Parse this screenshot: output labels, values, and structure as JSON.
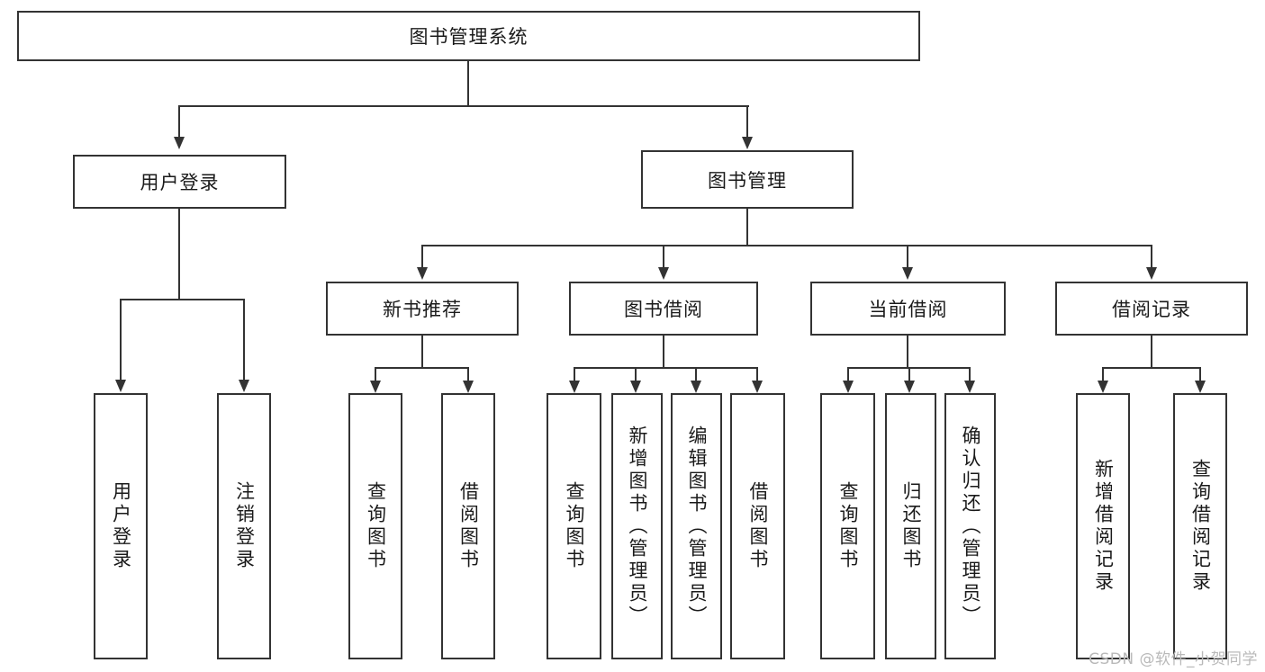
{
  "diagram": {
    "title": "图书管理系统",
    "root": {
      "label": "图书管理系统"
    },
    "level2": [
      {
        "label": "用户登录"
      },
      {
        "label": "图书管理"
      }
    ],
    "level3": [
      {
        "label": "新书推荐"
      },
      {
        "label": "图书借阅"
      },
      {
        "label": "当前借阅"
      },
      {
        "label": "借阅记录"
      }
    ],
    "leaves": {
      "user_login": [
        {
          "label": "用户登录"
        },
        {
          "label": "注销登录"
        }
      ],
      "new_book": [
        {
          "label": "查询图书"
        },
        {
          "label": "借阅图书"
        }
      ],
      "book_borrow": [
        {
          "label": "查询图书"
        },
        {
          "label": "新增图书（管理员）"
        },
        {
          "label": "编辑图书（管理员）"
        },
        {
          "label": "借阅图书"
        }
      ],
      "current_borrow": [
        {
          "label": "查询图书"
        },
        {
          "label": "归还图书"
        },
        {
          "label": "确认归还（管理员）"
        }
      ],
      "borrow_record": [
        {
          "label": "新增借阅记录"
        },
        {
          "label": "查询借阅记录"
        }
      ]
    }
  },
  "watermark": {
    "text": "CSDN @软件_小贺同学"
  },
  "colors": {
    "stroke": "#333333",
    "background": "#ffffff",
    "text": "#1a1a1a",
    "watermark": "#b9b9b9"
  }
}
